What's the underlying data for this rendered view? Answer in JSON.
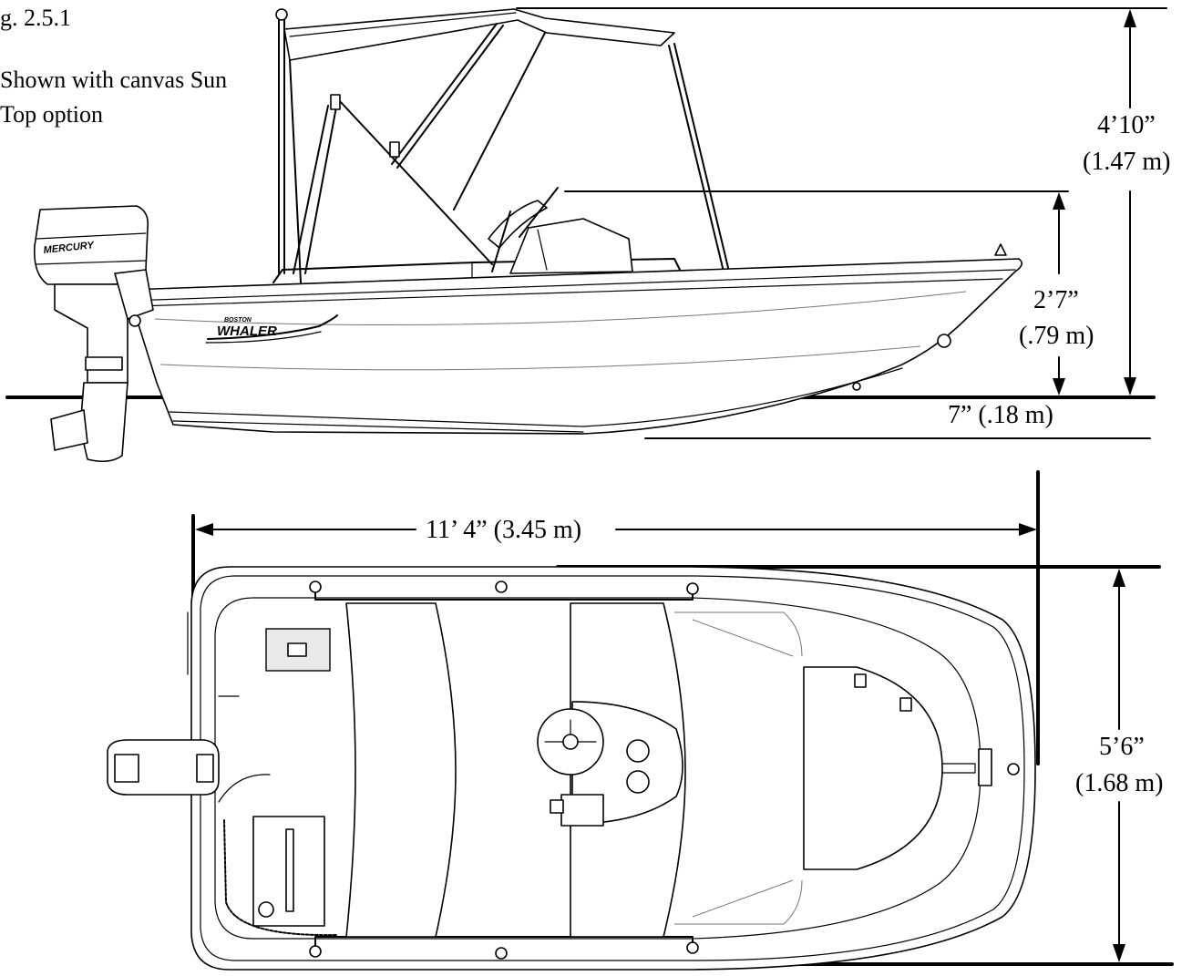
{
  "figure": {
    "label": "g. 2.5.1",
    "caption_line1": "Shown with canvas Sun",
    "caption_line2": "Top option"
  },
  "dimensions": {
    "overall_height_ft": "4’10”",
    "overall_height_m": "(1.47 m)",
    "console_height_ft": "2’7”",
    "console_height_m": "(.79 m)",
    "draft": "7” (.18 m)",
    "length": "11’ 4” (3.45 m)",
    "beam_ft": "5’6”",
    "beam_m": "(1.68 m)"
  },
  "labels": {
    "engine_brand": "MERCURY",
    "hull_brand_small": "BOSTON",
    "hull_brand_large": "WHALER"
  }
}
